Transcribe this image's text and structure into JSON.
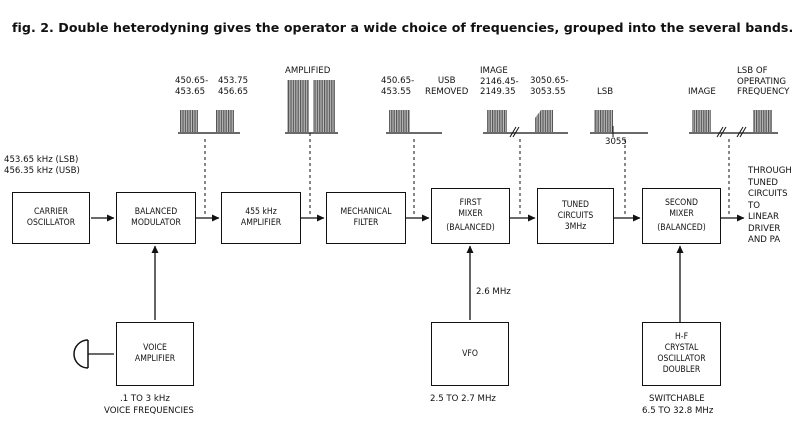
{
  "caption": "fig. 2.  Double heterodyning gives the operator a wide choice of frequencies, grouped into the several bands.",
  "blocks": {
    "carrier_osc": [
      "CARRIER",
      "OSCILLATOR"
    ],
    "balanced_mod": [
      "BALANCED",
      "MODULATOR"
    ],
    "amp455": [
      "455 kHz",
      "AMPLIFIER"
    ],
    "mech_filter": [
      "MECHANICAL",
      "FILTER"
    ],
    "first_mixer": [
      "FIRST",
      "MIXER",
      "(BALANCED)"
    ],
    "tuned": [
      "TUNED",
      "CIRCUITS",
      "3MHz"
    ],
    "second_mixer": [
      "SECOND",
      "MIXER",
      "(BALANCED)"
    ],
    "voice_amp": [
      "VOICE",
      "AMPLIFIER"
    ],
    "vfo": [
      "VFO"
    ],
    "hf_osc": [
      "H-F",
      "CRYSTAL",
      "OSCILLATOR",
      "DOUBLER"
    ]
  },
  "labels": {
    "carrier_freq_lsb": "453.65 kHz   (LSB)",
    "carrier_freq_usb": "456.35 kHz   (USB)",
    "voice_freq_1": ".1 TO 3 kHz",
    "voice_freq_2": "VOICE FREQUENCIES",
    "vfo_freq": "2.6 MHz",
    "vfo_range": "2.5 TO 2.7 MHz",
    "switchable": "SWITCHABLE",
    "switch_range": "6.5 TO 32.8 MHz",
    "output_1": "THROUGH",
    "output_2": "TUNED",
    "output_3": "CIRCUITS",
    "output_4": "TO",
    "output_5": "LINEAR",
    "output_6": "DRIVER",
    "output_7": "AND PA"
  },
  "spectra": {
    "sp1_a1": "450.65-",
    "sp1_a2": "453.65",
    "sp1_b1": "453.75",
    "sp1_b2": "456.65",
    "sp2": "AMPLIFIED",
    "sp3_a1": "450.65-",
    "sp3_a2": "453.55",
    "sp3_b1": "USB",
    "sp3_b2": "REMOVED",
    "sp4_a1": "IMAGE",
    "sp4_a2": "2146.45-",
    "sp4_a3": "2149.35",
    "sp4_b1": "3050.65-",
    "sp4_b2": "3053.55",
    "sp5": "LSB",
    "sp5_tick": "3055",
    "sp6": "IMAGE",
    "sp7_1": "LSB OF",
    "sp7_2": "OPERATING",
    "sp7_3": "FREQUENCY"
  }
}
